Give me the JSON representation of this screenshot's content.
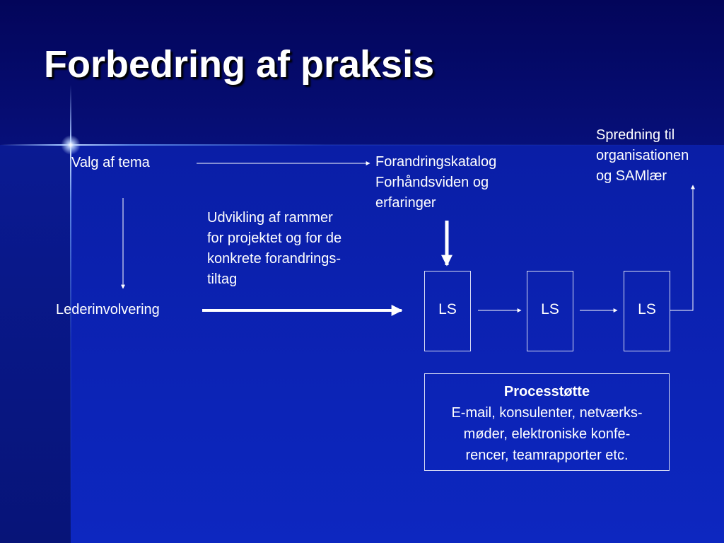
{
  "slide": {
    "title": "Forbedring af praksis"
  },
  "diagram": {
    "nodes": {
      "valg_af_tema": "Valg af tema",
      "forandringskatalog": [
        "Forandringskatalog",
        "Forhåndsviden og",
        "erfaringer"
      ],
      "spredning": [
        "Spredning til",
        "organisationen",
        "og SAMlær"
      ],
      "udvikling": [
        "Udvikling af rammer",
        "for projektet og for de",
        "konkrete forandrings-",
        "tiltag"
      ],
      "lederinvolvering": "Lederinvolvering",
      "ls_1": "LS",
      "ls_2": "LS",
      "ls_3": "LS"
    },
    "processtotte": {
      "title": "Processtøtte",
      "lines": [
        "E-mail, konsulenter, netværks-",
        "møder, elektroniske konfe-",
        "rencer, teamrapporter etc."
      ]
    }
  },
  "colors": {
    "text": "#ffffff",
    "background_top": "#03055a",
    "background_bottom": "#0c22b4",
    "box_border": "#d8dcf4"
  }
}
